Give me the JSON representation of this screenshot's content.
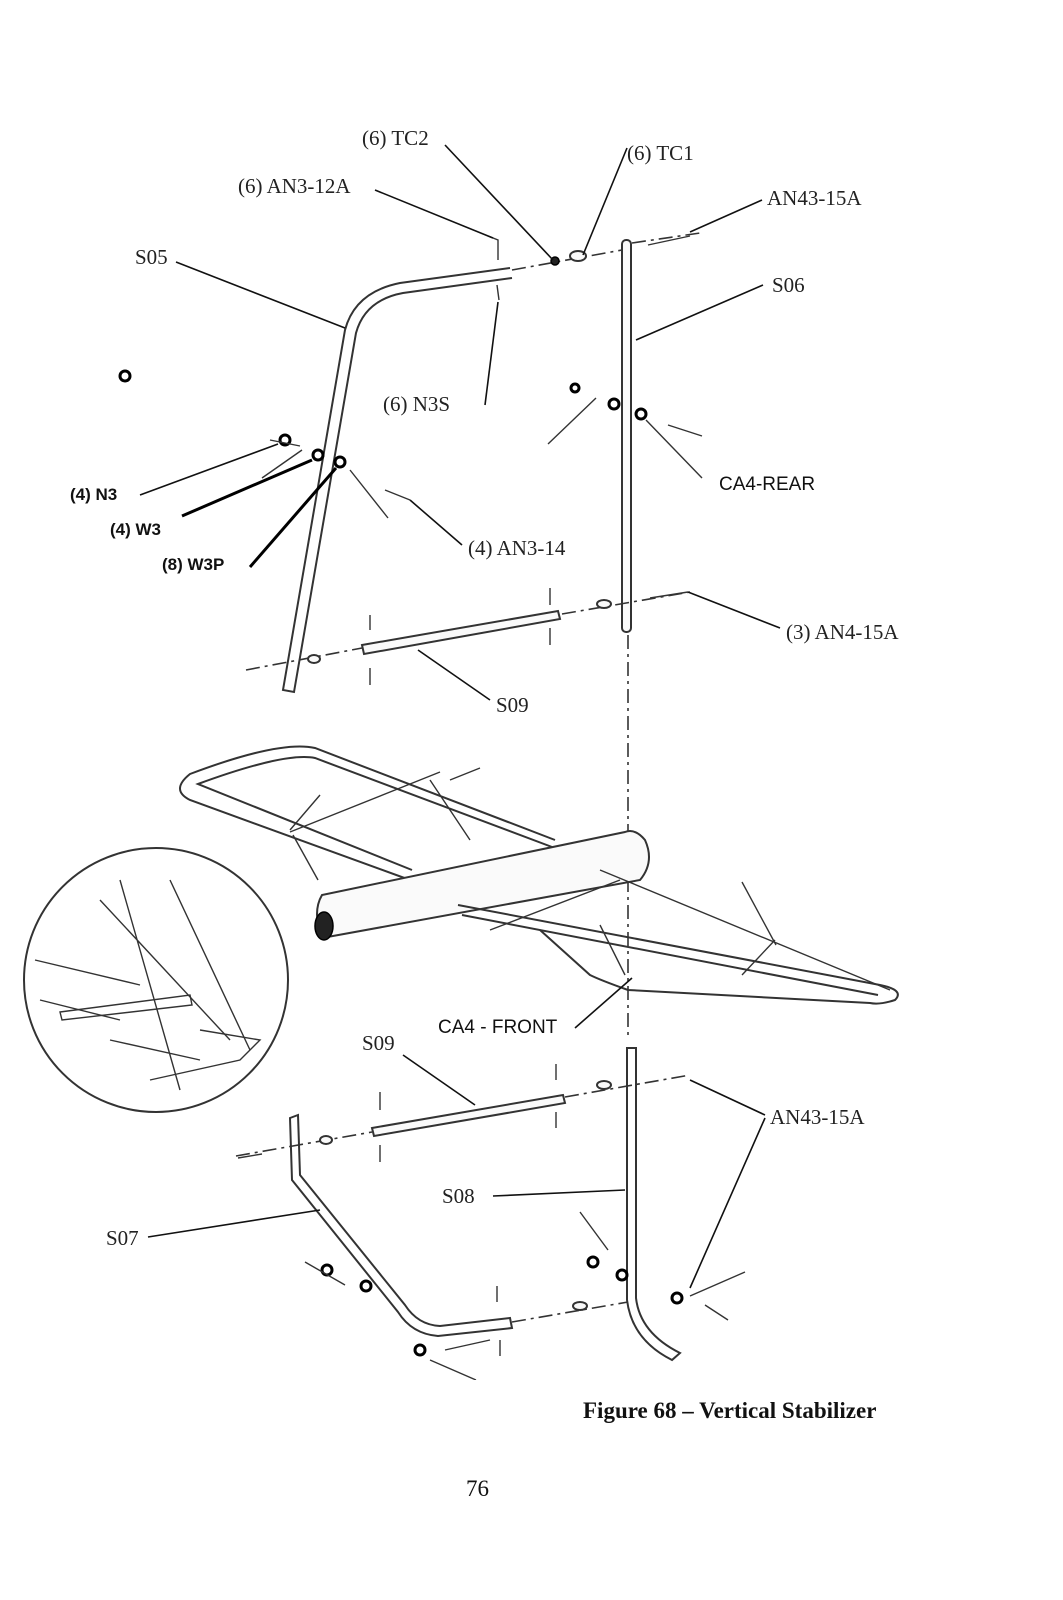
{
  "labels": {
    "tc2": "(6) TC2",
    "tc1": "(6) TC1",
    "an3_12a": "(6) AN3-12A",
    "an43_15a_top": "AN43-15A",
    "s05": "S05",
    "s06": "S06",
    "n3s": "(6) N3S",
    "ca4_rear": "CA4-REAR",
    "n3": "(4) N3",
    "w3": "(4) W3",
    "w3p": "(8) W3P",
    "an3_14": "(4) AN3-14",
    "an4_15a": "(3) AN4-15A",
    "s09_top": "S09",
    "ca4_front": "CA4 - FRONT",
    "s09_bottom": "S09",
    "an43_15a_bottom": "AN43-15A",
    "s08": "S08",
    "s07": "S07"
  },
  "caption": "Figure 68 – Vertical Stabilizer",
  "page_number": "76"
}
